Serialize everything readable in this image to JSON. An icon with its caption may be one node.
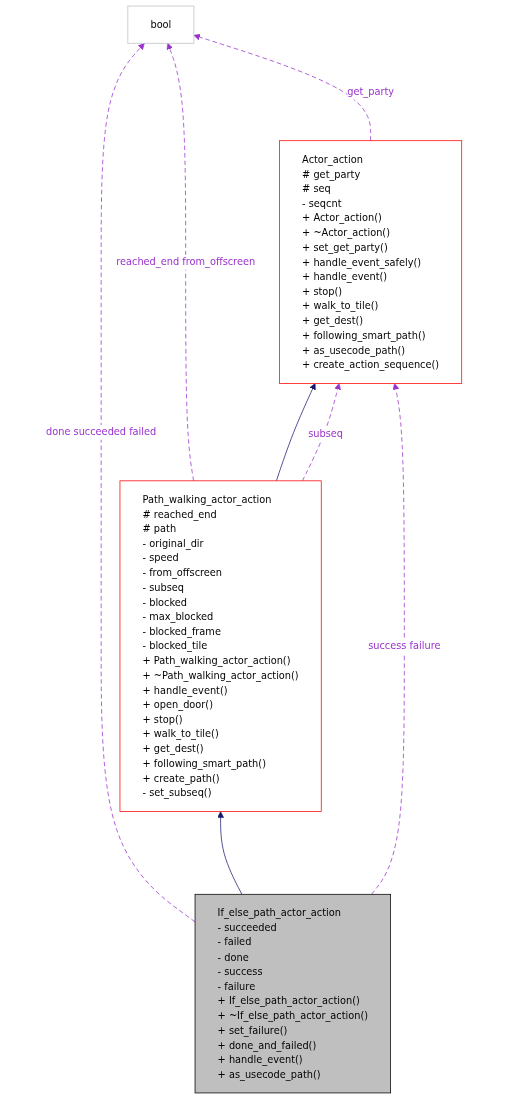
{
  "diagram": {
    "nodes": [
      {
        "text": [
          "bool"
        ]
      },
      {
        "text": [
          "Actor_action",
          "# get_party",
          "# seq",
          "- seqcnt",
          "+ Actor_action()",
          "+ ~Actor_action()",
          "+ set_get_party()",
          "+ handle_event_safely()",
          "+ handle_event()",
          "+ stop()",
          "+ walk_to_tile()",
          "+ get_dest()",
          "+ following_smart_path()",
          "+ as_usecode_path()",
          "+ create_action_sequence()"
        ]
      },
      {
        "text": [
          "Path_walking_actor_action",
          "# reached_end",
          "# path",
          "- original_dir",
          "- speed",
          "- from_offscreen",
          "- subseq",
          "- blocked",
          "- max_blocked",
          "- blocked_frame",
          "- blocked_tile",
          "+ Path_walking_actor_action()",
          "+ ~Path_walking_actor_action()",
          "+ handle_event()",
          "+ open_door()",
          "+ stop()",
          "+ walk_to_tile()",
          "+ get_dest()",
          "+ following_smart_path()",
          "+ create_path()",
          "- set_subseq()"
        ]
      },
      {
        "text": [
          "If_else_path_actor_action",
          "- succeeded",
          "- failed",
          "- done",
          "- success",
          "- failure",
          "+ If_else_path_actor_action()",
          "+ ~If_else_path_actor_action()",
          "+ set_failure()",
          "+ done_and_failed()",
          "+ handle_event()",
          "+ as_usecode_path()"
        ]
      }
    ],
    "edges": [
      {
        "from": 1,
        "to": 0,
        "arrow": "to",
        "label": "get_party",
        "style": "dashed"
      },
      {
        "from": 2,
        "to": 0,
        "arrow": "to",
        "label": "reached_end from_offscreen",
        "style": "dashed"
      },
      {
        "from": 3,
        "to": 0,
        "arrow": "to",
        "label": "done succeeded failed",
        "style": "dashed"
      },
      {
        "from": 2,
        "to": 1,
        "arrow": "to",
        "color": "#191970"
      },
      {
        "from": 2,
        "to": 1,
        "arrow": "to",
        "label": "subseq",
        "style": "dashed"
      },
      {
        "from": 3,
        "to": 2,
        "arrow": "to",
        "color": "#191970"
      },
      {
        "from": 3,
        "to": 1,
        "arrow": "to",
        "label": "success failure",
        "style": "dashed"
      }
    ]
  }
}
